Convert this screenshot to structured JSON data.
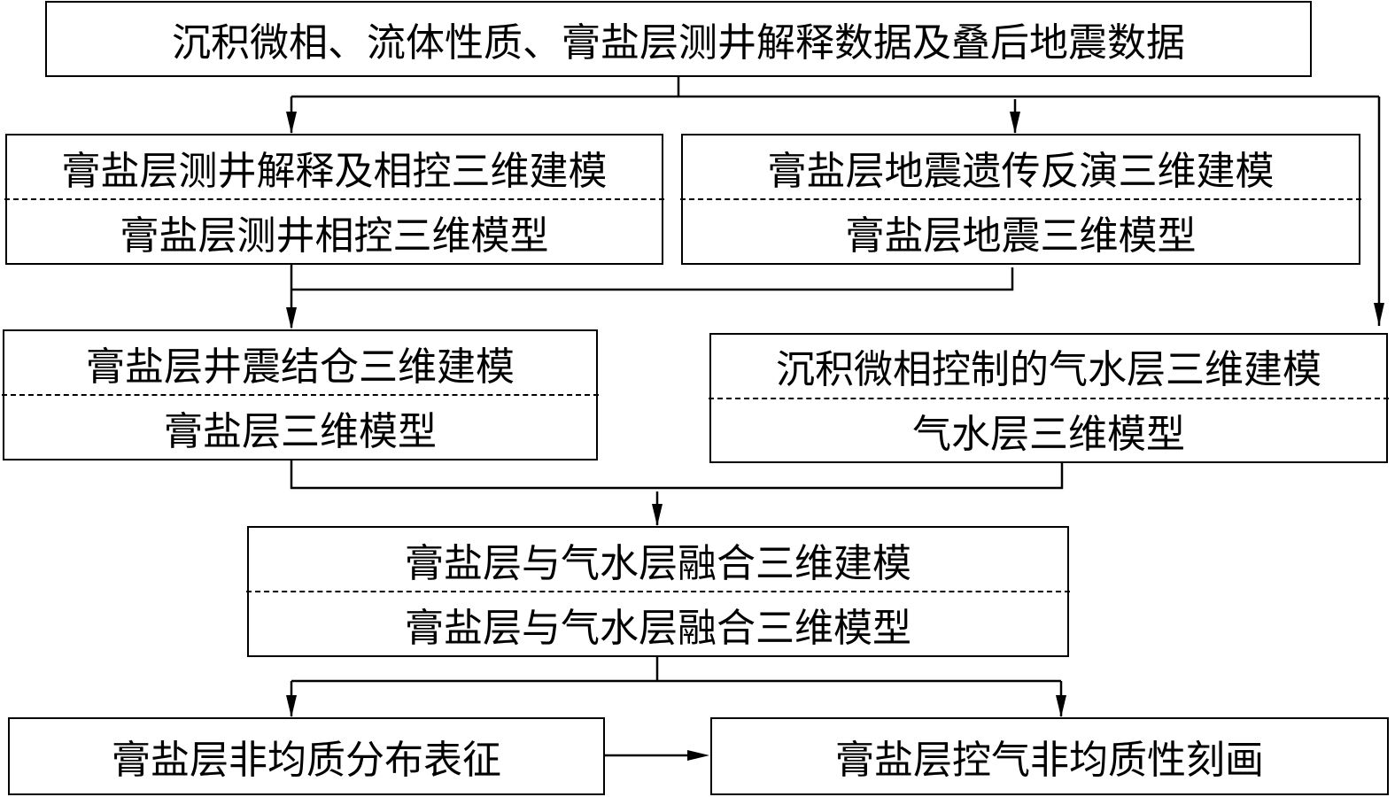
{
  "diagram": {
    "type": "flowchart",
    "colors": {
      "line": "#000000",
      "background": "#ffffff"
    },
    "nodes": {
      "input": {
        "label": "沉积微相、流体性质、膏盐层测井解释数据及叠后地震数据"
      },
      "well_modeling": {
        "process": "膏盐层测井解释及相控三维建模",
        "result": "膏盐层测井相控三维模型"
      },
      "seismic_modeling": {
        "process": "膏盐层地震遗传反演三维建模",
        "result": "膏盐层地震三维模型"
      },
      "well_seismic_modeling": {
        "process": "膏盐层井震结仓三维建模",
        "result": "膏盐层三维模型"
      },
      "gas_water_modeling": {
        "process": "沉积微相控制的气水层三维建模",
        "result": "气水层三维模型"
      },
      "fusion_modeling": {
        "process": "膏盐层与气水层融合三维建模",
        "result": "膏盐层与气水层融合三维模型"
      },
      "heterogeneity_characterization": {
        "label": "膏盐层非均质分布表征"
      },
      "gas_control_characterization": {
        "label": "膏盐层控气非均质性刻画"
      }
    },
    "edges": [
      {
        "from": "input",
        "to": "well_modeling"
      },
      {
        "from": "input",
        "to": "seismic_modeling"
      },
      {
        "from": "input",
        "to": "gas_water_modeling"
      },
      {
        "from": "well_modeling",
        "to": "well_seismic_modeling"
      },
      {
        "from": "seismic_modeling",
        "to": "well_seismic_modeling"
      },
      {
        "from": "well_seismic_modeling",
        "to": "fusion_modeling"
      },
      {
        "from": "gas_water_modeling",
        "to": "fusion_modeling"
      },
      {
        "from": "fusion_modeling",
        "to": "heterogeneity_characterization"
      },
      {
        "from": "fusion_modeling",
        "to": "gas_control_characterization"
      },
      {
        "from": "heterogeneity_characterization",
        "to": "gas_control_characterization"
      }
    ]
  }
}
